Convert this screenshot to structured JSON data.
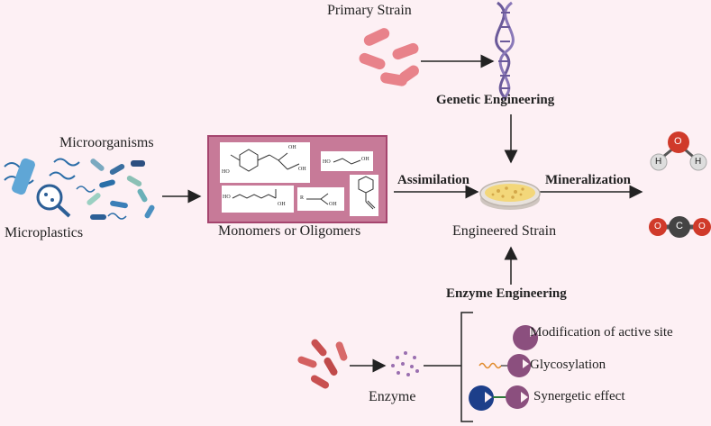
{
  "labels": {
    "primary_strain": "Primary Strain",
    "genetic_engineering": "Genetic Engineering",
    "microorganisms": "Microorganisms",
    "microplastics": "Microplastics",
    "monomers": "Monomers or Oligomers",
    "assimilation": "Assimilation",
    "mineralization": "Mineralization",
    "engineered_strain": "Engineered Strain",
    "enzyme_engineering": "Enzyme Engineering",
    "enzyme": "Enzyme",
    "modification": "Modification of active site",
    "glycosylation": "Glycosylation",
    "synergetic": "Synergetic effect"
  },
  "molecules": {
    "water": {
      "o": "O",
      "h1": "H",
      "h2": "H"
    },
    "co2": {
      "o1": "O",
      "c": "C",
      "o2": "O"
    },
    "chem_labels": {
      "ho1": "HO",
      "oh1": "OH",
      "oh2": "OH",
      "ho2": "HO",
      "oh3": "OH",
      "ho3": "HO",
      "oh4": "OH",
      "r": "R",
      "oh5": "OH"
    }
  },
  "colors": {
    "background": "#fdf0f4",
    "box_fill": "#c77a98",
    "box_border": "#a5456e",
    "bacteria": "#e8828a",
    "dna": "#6b5a9a",
    "enzyme": "#8b4f7e",
    "arrow": "#222222"
  }
}
